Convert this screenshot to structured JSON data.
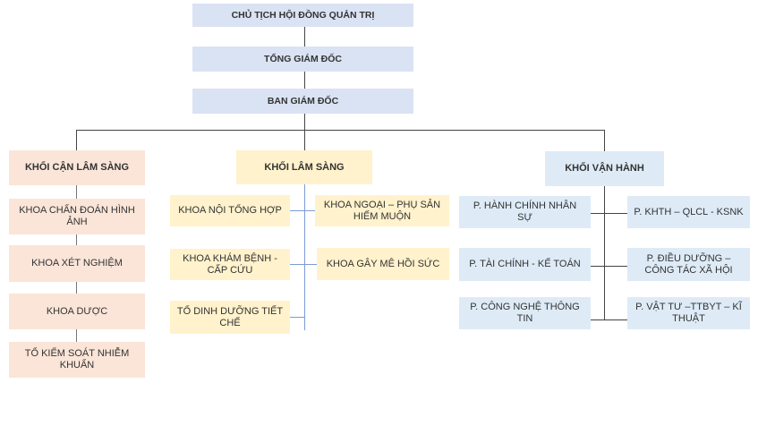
{
  "top": [
    "CHỦ TỊCH HỘI ĐỒNG QUẢN TRỊ",
    "TỔNG GIÁM ĐỐC",
    "BAN GIÁM ĐỐC"
  ],
  "can_lam_sang": {
    "header": "KHỐI CẬN LÂM SÀNG",
    "items": [
      "KHOA CHẨN ĐOÁN HÌNH ẢNH",
      "KHOA XÉT NGHIỆM",
      "KHOA DƯỢC",
      "TỔ KIỂM SOÁT NHIỄM KHUẨN"
    ]
  },
  "lam_sang": {
    "header": "KHỐI LÂM SÀNG",
    "left": [
      "KHOA NỘI TỔNG HỢP",
      "KHOA KHÁM BỆNH - CẤP CỨU",
      "TỔ DINH DƯỠNG TIẾT CHẾ"
    ],
    "right": [
      "KHOA NGOẠI – PHỤ SẢN HIẾM MUỘN",
      "KHOA GÂY MÊ HỒI SỨC"
    ]
  },
  "van_hanh": {
    "header": "KHỐI VẬN HÀNH",
    "left": [
      "P. HÀNH CHÍNH NHÂN SỰ",
      "P. TÀI CHÍNH - KẾ TOÁN",
      "P. CÔNG NGHỆ THÔNG TIN"
    ],
    "right": [
      "P. KHTH – QLCL - KSNK",
      "P. ĐIỀU DƯỠNG – CÔNG TÁC XÃ HỘI",
      "P. VẬT TƯ –TTBYT – KĨ THUẬT"
    ]
  }
}
